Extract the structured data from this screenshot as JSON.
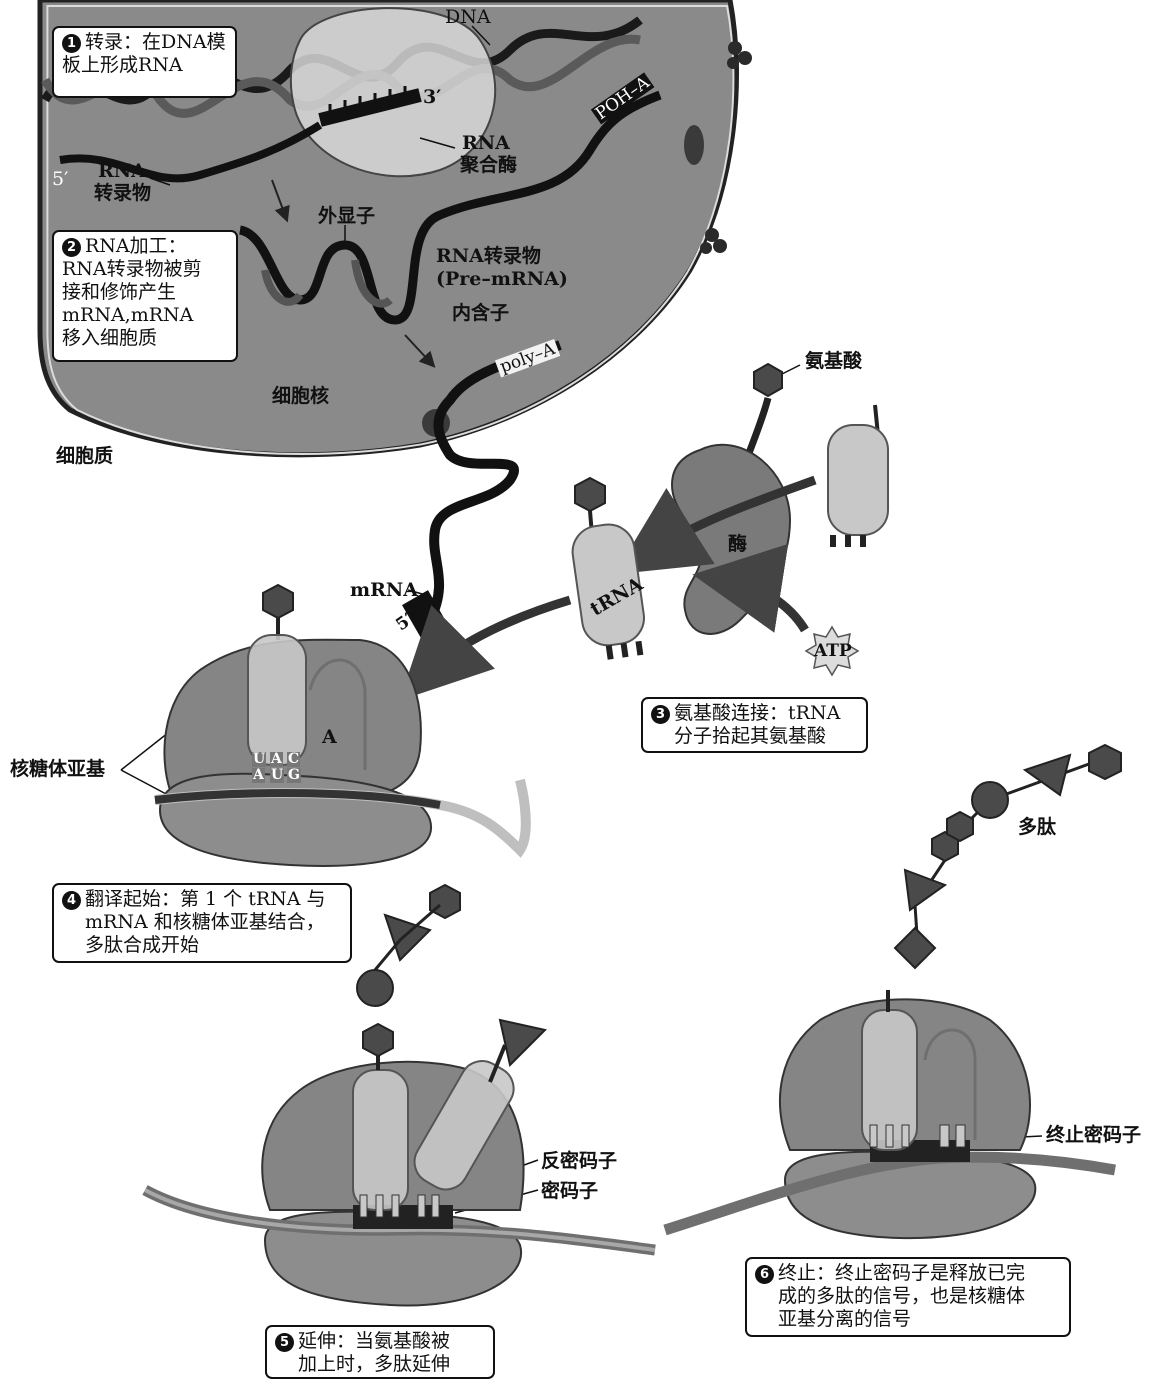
{
  "steps": {
    "s1": {
      "num": "1",
      "line1": "转录：在DNA模",
      "line2": "板上形成RNA"
    },
    "s2": {
      "num": "2",
      "line1": "RNA加工：",
      "line2": "RNA转录物被剪",
      "line3": "接和修饰产生",
      "line4": "mRNA,mRNA",
      "line5": "移入细胞质"
    },
    "s3": {
      "num": "3",
      "line1": "氨基酸连接：tRNA",
      "line2": "分子拾起其氨基酸"
    },
    "s4": {
      "num": "4",
      "line1": "翻译起始：第 1 个 tRNA 与",
      "line2": "mRNA 和核糖体亚基结合，",
      "line3": "多肽合成开始"
    },
    "s5": {
      "num": "5",
      "line1": "延伸：当氨基酸被",
      "line2": "加上时，多肽延伸"
    },
    "s6": {
      "num": "6",
      "line1": "终止：终止密码子是释放已完",
      "line2": "成的多肽的信号，也是核糖体",
      "line3": "亚基分离的信号"
    }
  },
  "labels": {
    "dna": "DNA",
    "three_prime": "3′",
    "five_prime": "5′",
    "rna_transcript_1": "RNA",
    "rna_transcript_2": "转录物",
    "rna_pol_1": "RNA",
    "rna_pol_2": "聚合酶",
    "poh_a": "POH–A",
    "exon": "外显子",
    "pre_mrna_1": "RNA转录物",
    "pre_mrna_2": "(Pre–mRNA)",
    "intron": "内含子",
    "poly_a": "poly–A",
    "nucleus": "细胞核",
    "cytoplasm": "细胞质",
    "mrna": "mRNA",
    "cap": "5′帽",
    "amino_acid": "氨基酸",
    "enzyme": "酶",
    "trna": "tRNA",
    "atp": "ATP",
    "site_a": "A",
    "ribosome_subunit": "核糖体亚基",
    "anticodon_top": [
      "U",
      "A",
      "C"
    ],
    "codon_bottom": [
      "A",
      "U",
      "G"
    ],
    "polypeptide": "多肽",
    "anticodon": "反密码子",
    "codon": "密码子",
    "stop_codon": "终止密码子"
  },
  "colors": {
    "nucleus_fill": "#8a8a8a",
    "ribosome_fill": "#858585",
    "trna_fill": "#c8c8c8",
    "enzyme_fill": "#7a7a7a",
    "strand": "#111111",
    "amino_acid_fill": "#4a4a4a"
  }
}
